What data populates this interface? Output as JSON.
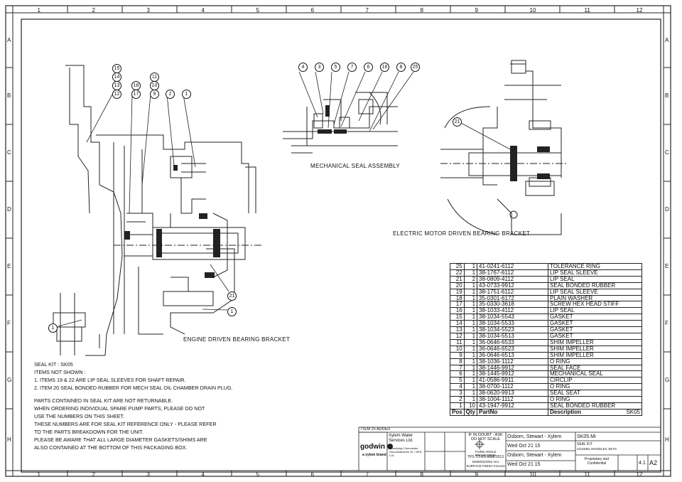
{
  "grid": {
    "columns": [
      "1",
      "2",
      "3",
      "4",
      "5",
      "6",
      "7",
      "8",
      "9",
      "10",
      "11",
      "12"
    ],
    "rows": [
      "A",
      "B",
      "C",
      "D",
      "E",
      "F",
      "G",
      "H"
    ]
  },
  "views": {
    "mech_seal": "MECHANICAL SEAL ASSEMBLY",
    "electric": "ELECTRIC MOTOR DRIVEN BEARING BRACKET",
    "engine": "ENGINE DRIVEN BEARING BRACKET"
  },
  "balloons": {
    "engine": [
      "15",
      "14",
      "13",
      "12",
      "18",
      "17",
      "11",
      "10",
      "9",
      "2",
      "1",
      "21",
      "1",
      "1"
    ],
    "mech": [
      "4",
      "3",
      "5",
      "7",
      "6",
      "16",
      "8",
      "25"
    ],
    "electric": [
      "21"
    ]
  },
  "notes": {
    "l1": "SEAL KIT : SK05",
    "l2": "ITEMS NOT SHOWN :",
    "l3": "1. ITEMS 19 & 22  ARE LIP SEAL SLEEVES FOR SHAFT REPAIR.",
    "l4": "2. ITEM 20 SEAL BONDED RUBBER FOR MECH SEAL OIL CHAMBER DRAIN PLUG.",
    "l5": "PARTS CONTAINED IN SEAL KIT ARE NOT RETURNABLE.",
    "l6": "WHEN ORDERING INDIVIDUAL SPARE PUMP PARTS, PLEASE DO NOT",
    "l7": "USE THE NUMBERS ON THIS SHEET.",
    "l8": "THESE NUMBERS ARE FOR SEAL KIT REFERENCE ONLY - PLEASE REFER",
    "l9": "TO THE PARTS BREAKDOWN FOR THE UNIT.",
    "l10": "PLEASE BE AWARE THAT ALL LARGE DIAMETER GASKETS/SHIMS ARE",
    "l11": "ALSO CONTAINED AT THE BOTTOM OF THIS PACKAGING BOX."
  },
  "bom": {
    "headers": [
      "Pos",
      "Qty",
      "PartNo",
      "Description"
    ],
    "header_extra": "SK05",
    "rows": [
      [
        "25",
        "1",
        "41-0241-6112",
        "TOLERANCE RING"
      ],
      [
        "22",
        "1",
        "38-1767-6112",
        "LIP SEAL SLEEVE"
      ],
      [
        "21",
        "2",
        "38-0809-4112",
        "LIP SEAL"
      ],
      [
        "20",
        "1",
        "43-0733-9912",
        "SEAL BONDED RUBBER"
      ],
      [
        "19",
        "1",
        "38-1751-6112",
        "LIP SEAL SLEEVE"
      ],
      [
        "18",
        "1",
        "35-0301-6172",
        "PLAIN WASHER"
      ],
      [
        "17",
        "1",
        "35-0330-3618",
        "SCREW HEX HEAD STIFF"
      ],
      [
        "16",
        "1",
        "38-1033-4112",
        "LIP SEAL"
      ],
      [
        "15",
        "1",
        "38-1034-5543",
        "GASKET"
      ],
      [
        "14",
        "1",
        "38-1034-5533",
        "GASKET"
      ],
      [
        "13",
        "1",
        "38-1034-5523",
        "GASKET"
      ],
      [
        "12",
        "1",
        "38-1034-5513",
        "GASKET"
      ],
      [
        "11",
        "1",
        "36-0646-6533",
        "SHIM IMPELLER"
      ],
      [
        "10",
        "1",
        "36-0646-6523",
        "SHIM IMPELLER"
      ],
      [
        "9",
        "1",
        "36-0646-6513",
        "SHIM IMPELLER"
      ],
      [
        "8",
        "1",
        "38-1036-1112",
        "O RING"
      ],
      [
        "7",
        "1",
        "38-1446-9912",
        "SEAL FACE"
      ],
      [
        "6",
        "1",
        "38-1445-9912",
        "MECHANICAL SEAL"
      ],
      [
        "5",
        "1",
        "41-0586-9911",
        "CIRCLIP"
      ],
      [
        "4",
        "1",
        "38-0700-1112",
        "O RING"
      ],
      [
        "3",
        "1",
        "38-0620-9913",
        "SEAL SEAT"
      ],
      [
        "2",
        "1",
        "38-1004-1112",
        "O RING"
      ],
      [
        "1",
        "10",
        "43-1947-9912",
        "SEAL BONDED RUBBER"
      ]
    ]
  },
  "title_block": {
    "item_added": "ITEM 25 ADDED",
    "brand": "godwin",
    "brand_sub": "a xylem brand",
    "company": "Xylem Water Services Ltd.",
    "address": "Stoneleigh Cirencester Gloucestershire GL7 5ER, U.K.",
    "doubt": "IF IN DOUBT - ASK",
    "no_scale": "DO NOT SCALE",
    "projection": "THIRD ANGLE PROJECTION",
    "tps": "TPS TO BS 8888:2013",
    "dims": "DIMENSIONS mm",
    "surface": "SURFACE FINISH microns",
    "drawn_by": "Osborn, Stewart - Xylem",
    "drawn_date": "Wed Oct 21 15",
    "checked_by": "Osborn, Stewart - Xylem",
    "checked_date": "Wed Oct 21 15",
    "drg_no": "SK05.MI",
    "title1": "SEAL KIT",
    "title2": "CD150M, ENG/ELEC SETS",
    "proprietary": "Proprietary and Confidential",
    "rev": "4.1",
    "size": "A2"
  }
}
